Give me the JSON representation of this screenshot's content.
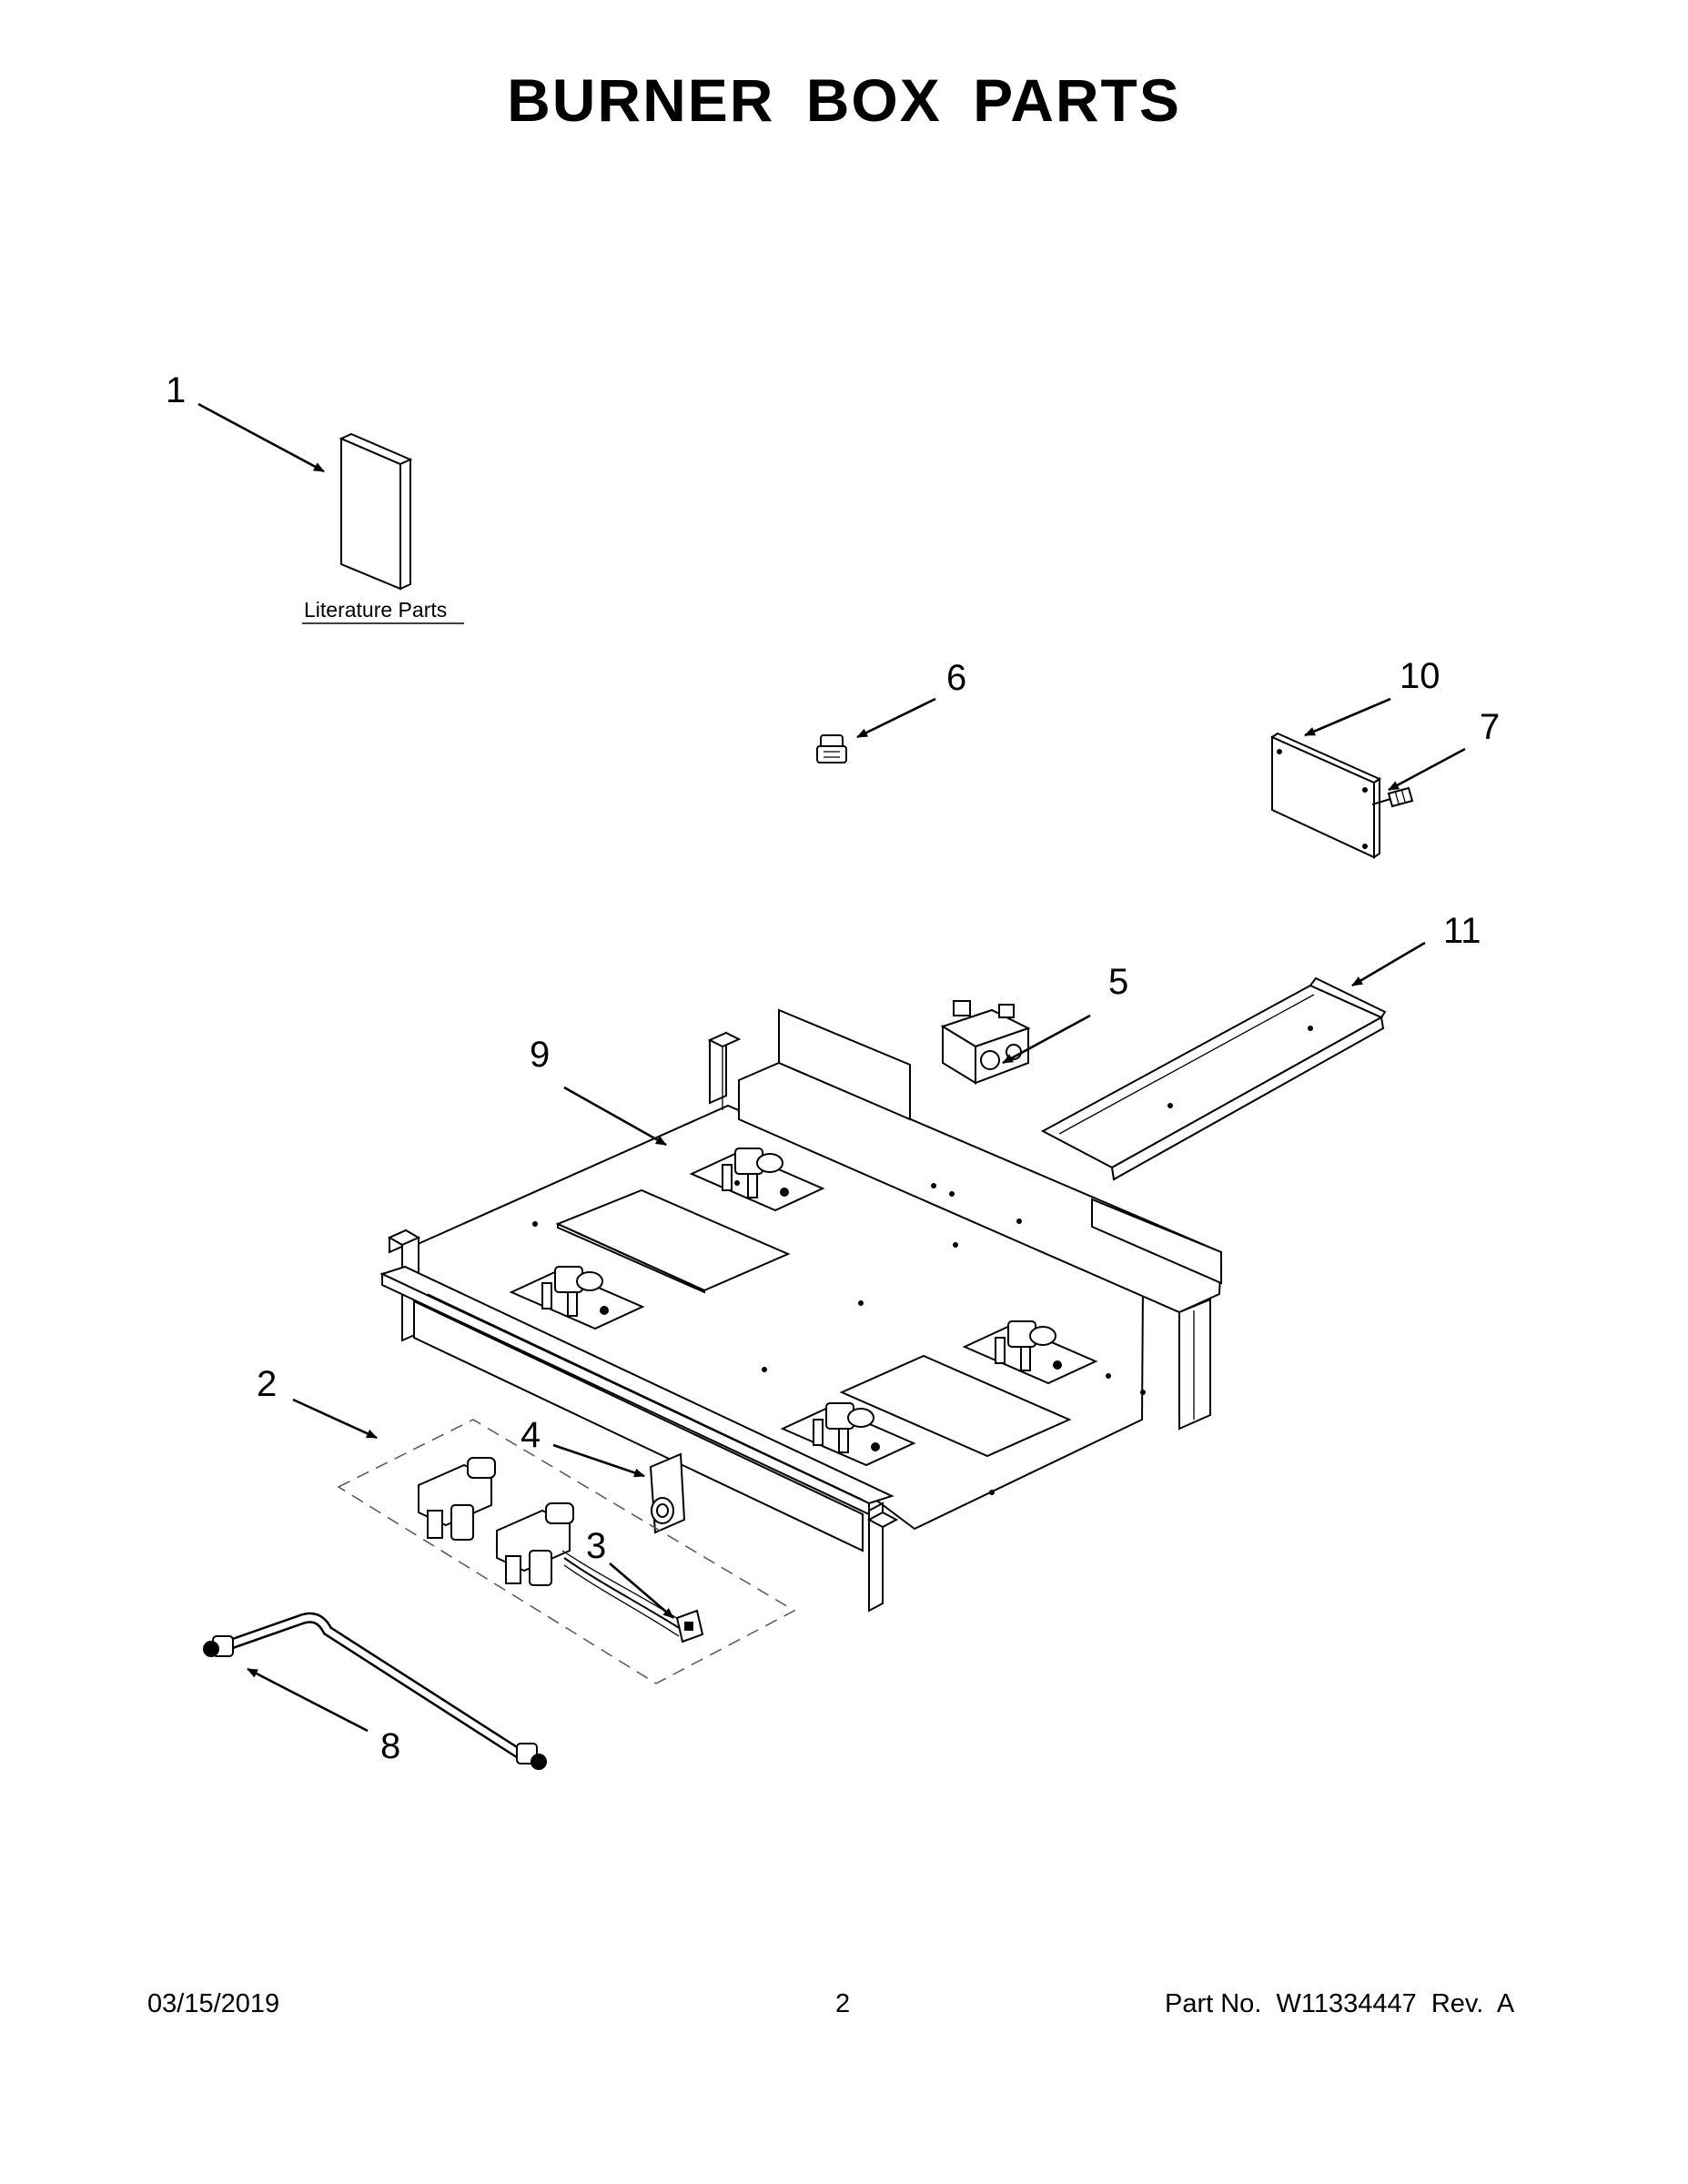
{
  "page": {
    "title": "BURNER BOX PARTS",
    "footer": {
      "date": "03/15/2019",
      "page_number": "2",
      "part_number": "Part No.  W11334447  Rev.  A"
    }
  },
  "diagram": {
    "literature_label": "Literature Parts",
    "callouts": [
      {
        "id": "1",
        "label": "1"
      },
      {
        "id": "2",
        "label": "2"
      },
      {
        "id": "3",
        "label": "3"
      },
      {
        "id": "4",
        "label": "4"
      },
      {
        "id": "5",
        "label": "5"
      },
      {
        "id": "6",
        "label": "6"
      },
      {
        "id": "7",
        "label": "7"
      },
      {
        "id": "8",
        "label": "8"
      },
      {
        "id": "9",
        "label": "9"
      },
      {
        "id": "10",
        "label": "10"
      },
      {
        "id": "11",
        "label": "11"
      }
    ]
  }
}
